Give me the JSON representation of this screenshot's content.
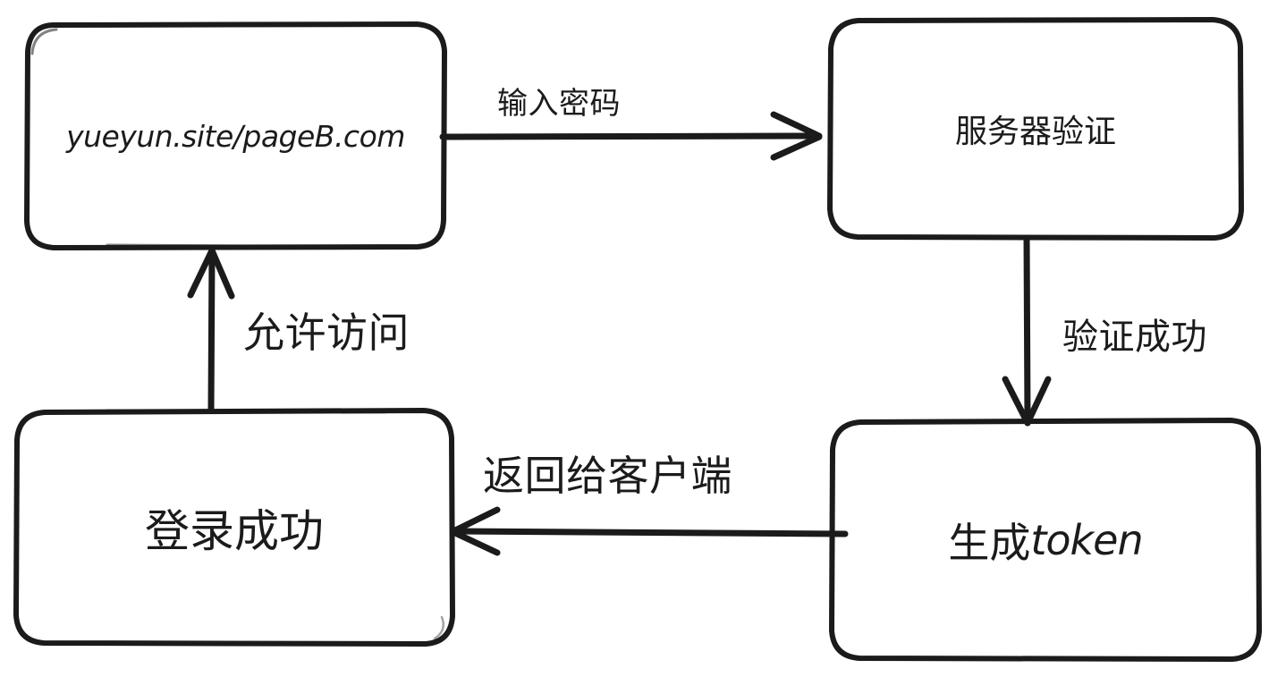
{
  "diagram": {
    "title": "",
    "type": "flowchart",
    "style": "hand-drawn",
    "background_color": "#ffffff",
    "stroke_color": "#1b1b1b",
    "text_color": "#1b1b1b",
    "nodes": [
      {
        "id": "pageb",
        "label": "yueyun.site/pageB.com",
        "shape": "rounded-rectangle",
        "position": "top-left"
      },
      {
        "id": "server",
        "label": "服务器验证",
        "shape": "rounded-rectangle",
        "position": "top-right"
      },
      {
        "id": "login",
        "label": "登录成功",
        "shape": "rounded-rectangle",
        "position": "bottom-left"
      },
      {
        "id": "token",
        "label_cjk": "生成",
        "label_latin": "token",
        "label": "生成token",
        "shape": "rounded-rectangle",
        "position": "bottom-right"
      }
    ],
    "edges": [
      {
        "id": "password",
        "label": "输入密码",
        "from": "pageb",
        "to": "server",
        "direction": "right"
      },
      {
        "id": "verified",
        "label": "验证成功",
        "from": "server",
        "to": "token",
        "direction": "down"
      },
      {
        "id": "return",
        "label": "返回给客户端",
        "from": "token",
        "to": "login",
        "direction": "left"
      },
      {
        "id": "allow",
        "label": "允许访问",
        "from": "login",
        "to": "pageb",
        "direction": "up"
      }
    ]
  }
}
